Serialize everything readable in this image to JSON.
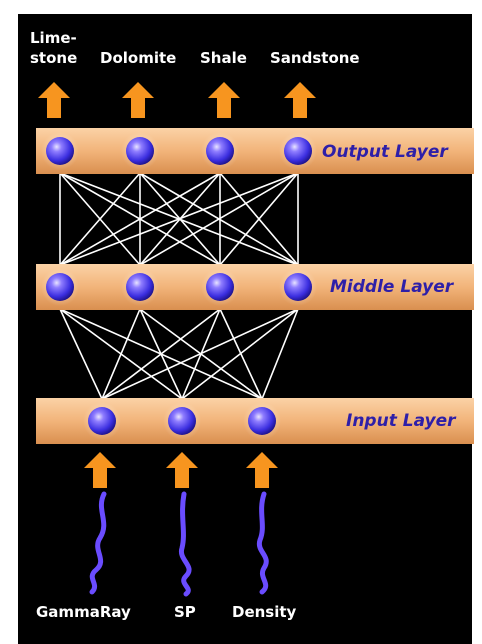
{
  "outputs": {
    "limestone_line1": "Lime-",
    "limestone_line2": "stone",
    "dolomite": "Dolomite",
    "shale": "Shale",
    "sandstone": "Sandstone"
  },
  "layers": {
    "output": "Output Layer",
    "middle": "Middle Layer",
    "input": "Input Layer"
  },
  "inputs": {
    "gamma": "GammaRay",
    "sp": "SP",
    "density": "Density"
  },
  "colors": {
    "background": "#000000",
    "bar": "#f2b47a",
    "arrow": "#f7951f",
    "node": "#3b2ee0",
    "label": "#2e1fa8",
    "curve": "#6a4cff"
  }
}
